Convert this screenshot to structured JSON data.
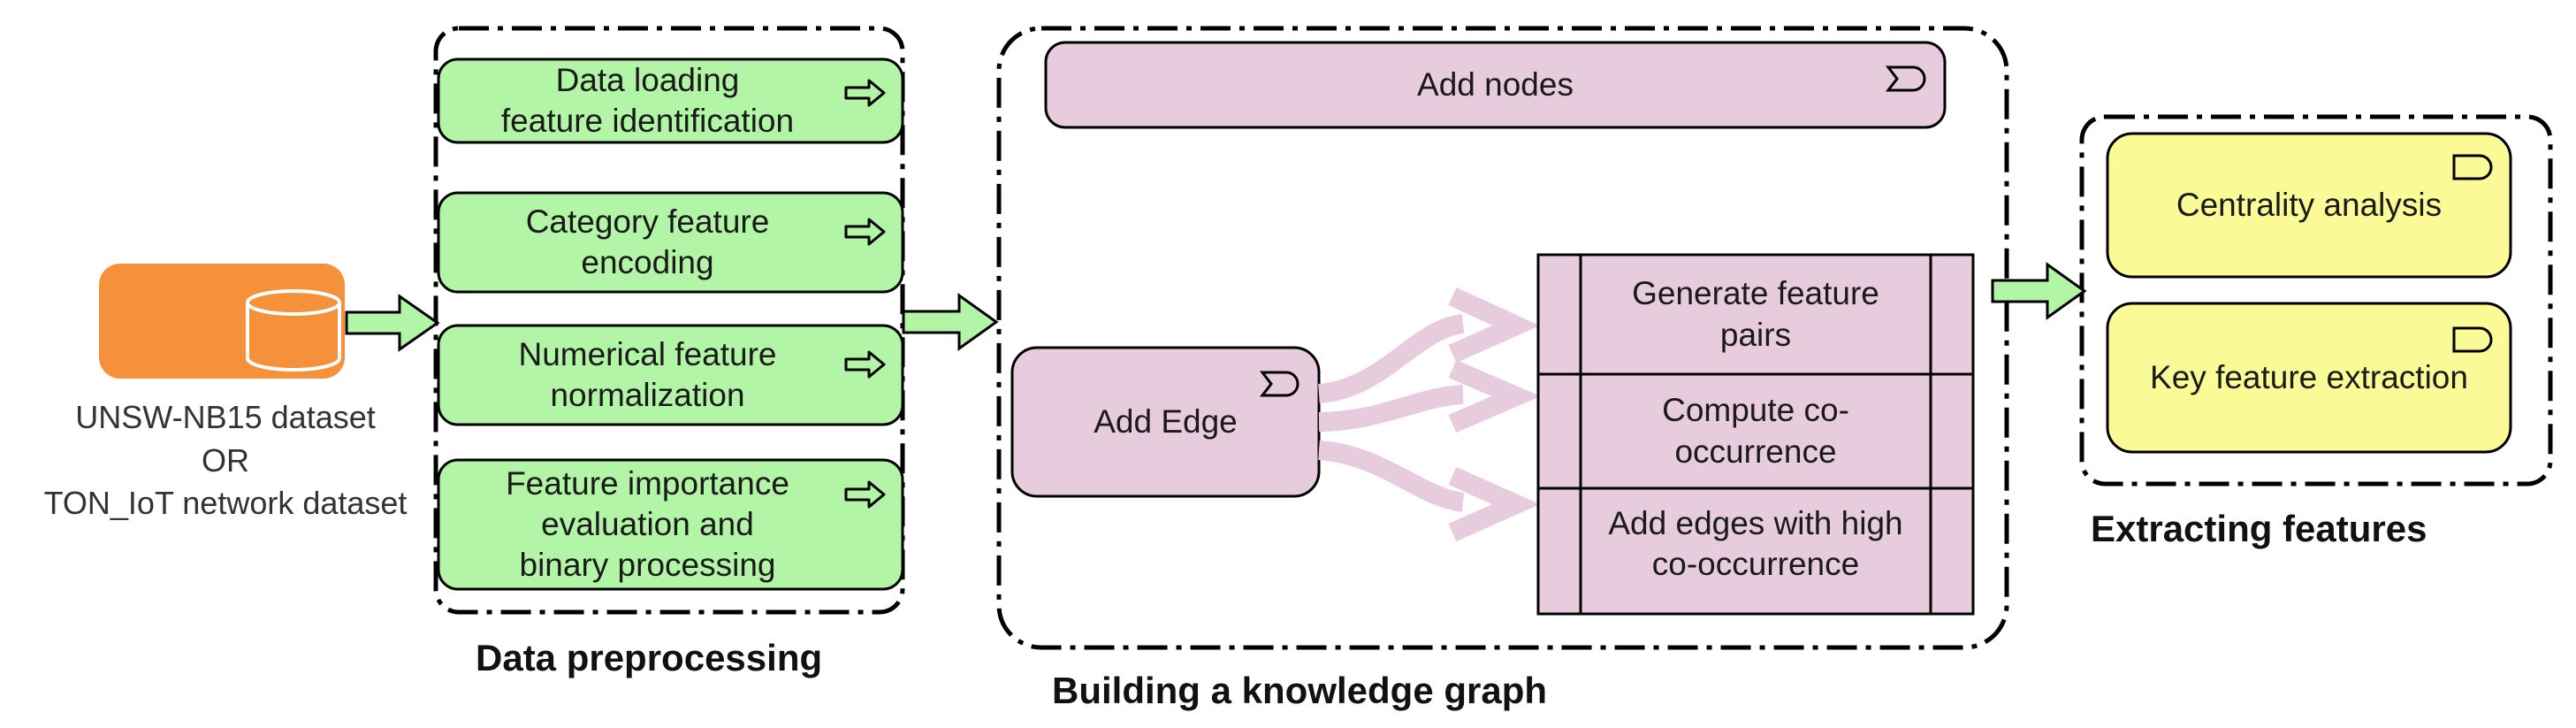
{
  "dataset": {
    "icon": "database-icon",
    "line1": "UNSW-NB15 dataset",
    "line2": "OR",
    "line3": "TON_IoT network dataset",
    "color": "#f5913a"
  },
  "preprocessing": {
    "title": "Data preprocessing",
    "steps": [
      {
        "line1": "Data loading",
        "line2": "feature identification"
      },
      {
        "line1": "Category feature",
        "line2": "encoding"
      },
      {
        "line1": "Numerical feature",
        "line2": "normalization"
      },
      {
        "line1": "Feature importance",
        "line2": "evaluation and",
        "line3": "binary processing"
      }
    ],
    "color": "#b3f5a6"
  },
  "knowledge_graph": {
    "title": "Building a knowledge graph",
    "add_nodes": "Add nodes",
    "add_edge": "Add Edge",
    "subprocess": [
      {
        "line1": "Generate feature",
        "line2": "pairs"
      },
      {
        "line1": "Compute co-",
        "line2": "occurrence"
      },
      {
        "line1": "Add edges with high",
        "line2": "co-occurrence"
      }
    ],
    "color": "#e6ccdc"
  },
  "extracting": {
    "title": "Extracting features",
    "items": [
      "Centrality analysis",
      "Key feature extraction"
    ],
    "color": "#fafa96"
  },
  "icons": {
    "process_step": "arrow-right-outline-icon",
    "function": "function-icon",
    "event": "event-icon"
  }
}
